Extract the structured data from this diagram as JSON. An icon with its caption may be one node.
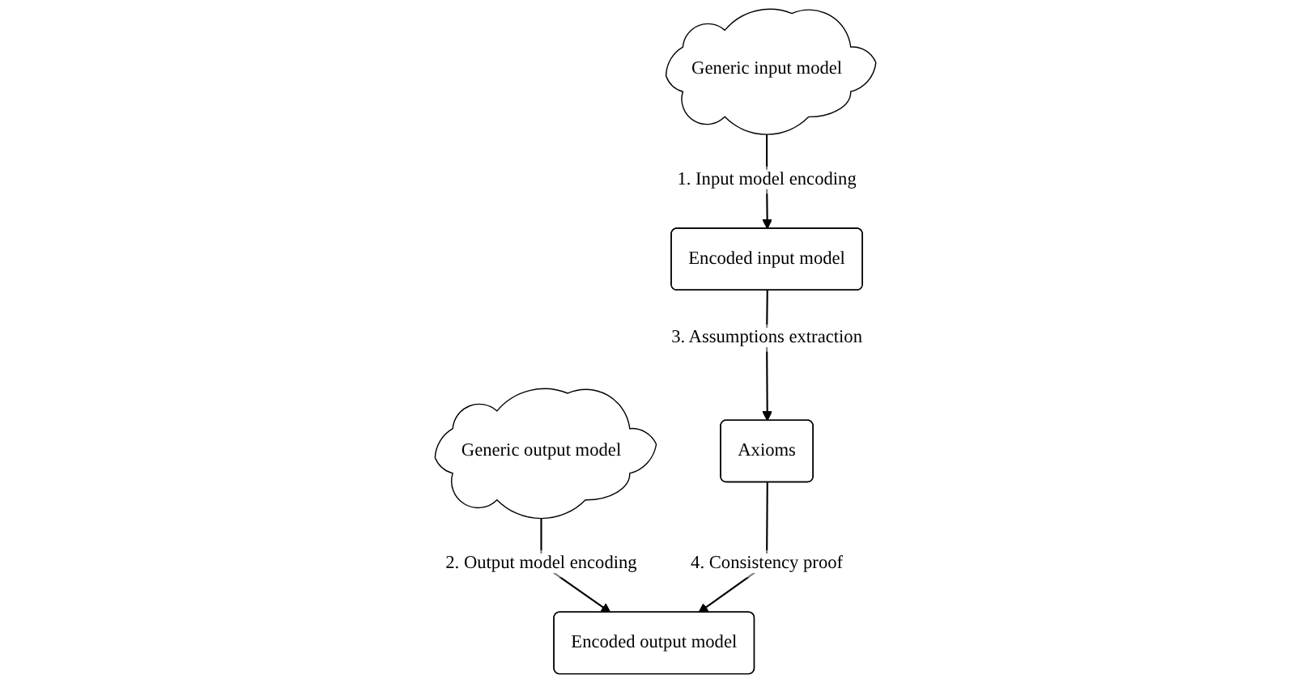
{
  "diagram": {
    "nodes": [
      {
        "text": [
          "Generic input model"
        ]
      },
      {
        "text": [
          "Generic output model"
        ]
      },
      {
        "text": [
          "Encoded input model"
        ]
      },
      {
        "text": [
          "Encoded output model"
        ]
      },
      {
        "text": [
          "Axioms"
        ]
      }
    ],
    "edges": [
      {
        "from": 0,
        "to": 2,
        "arrow": "to",
        "label": "1. Input model encoding"
      },
      {
        "from": 1,
        "to": 3,
        "arrow": "to",
        "label": "2. Output model encoding"
      },
      {
        "from": 2,
        "to": 4,
        "arrow": "to",
        "label": "3. Assumptions extraction"
      },
      {
        "from": 4,
        "to": 3,
        "arrow": "to",
        "label": "4. Consistency proof"
      }
    ]
  }
}
